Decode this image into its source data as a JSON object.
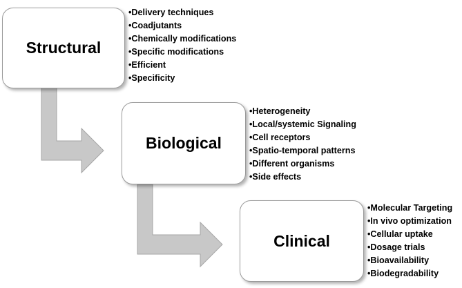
{
  "stages": [
    {
      "title": "Structural",
      "items": [
        "Delivery techniques",
        "Coadjutants",
        "Chemically modifications",
        "Specific modifications",
        "Efficient",
        "Specificity"
      ]
    },
    {
      "title": "Biological",
      "items": [
        "Heterogeneity",
        "Local/systemic Signaling",
        "Cell receptors",
        "Spatio-temporal patterns",
        "Different organisms",
        "Side effects"
      ]
    },
    {
      "title": "Clinical",
      "items": [
        "Molecular Targeting",
        "In vivo optimization",
        "Cellular uptake",
        "Dosage trials",
        "Bioavailability",
        "Biodegradability"
      ]
    }
  ],
  "colors": {
    "arrow_fill": "#c8c8c8",
    "arrow_stroke": "#a6a6a6",
    "box_border": "#9a9a9a"
  }
}
